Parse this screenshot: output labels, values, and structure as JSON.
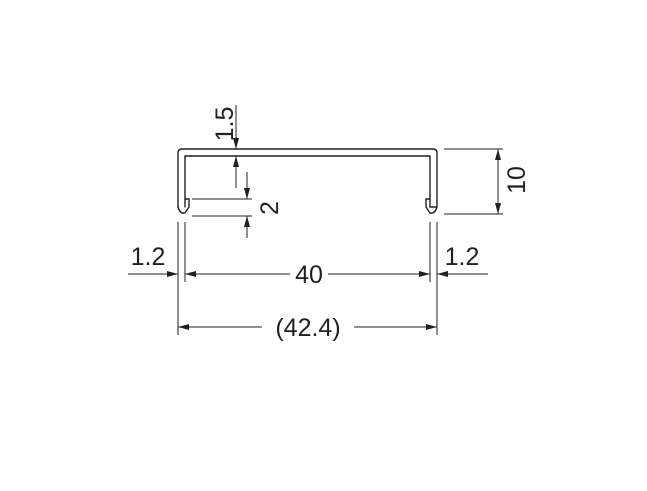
{
  "dimensions": {
    "flange_thickness": "1.5",
    "lip_height": "2",
    "overall_height": "10",
    "left_wall": "1.2",
    "inner_width": "40",
    "right_wall": "1.2",
    "outer_width": "(42.4)"
  }
}
